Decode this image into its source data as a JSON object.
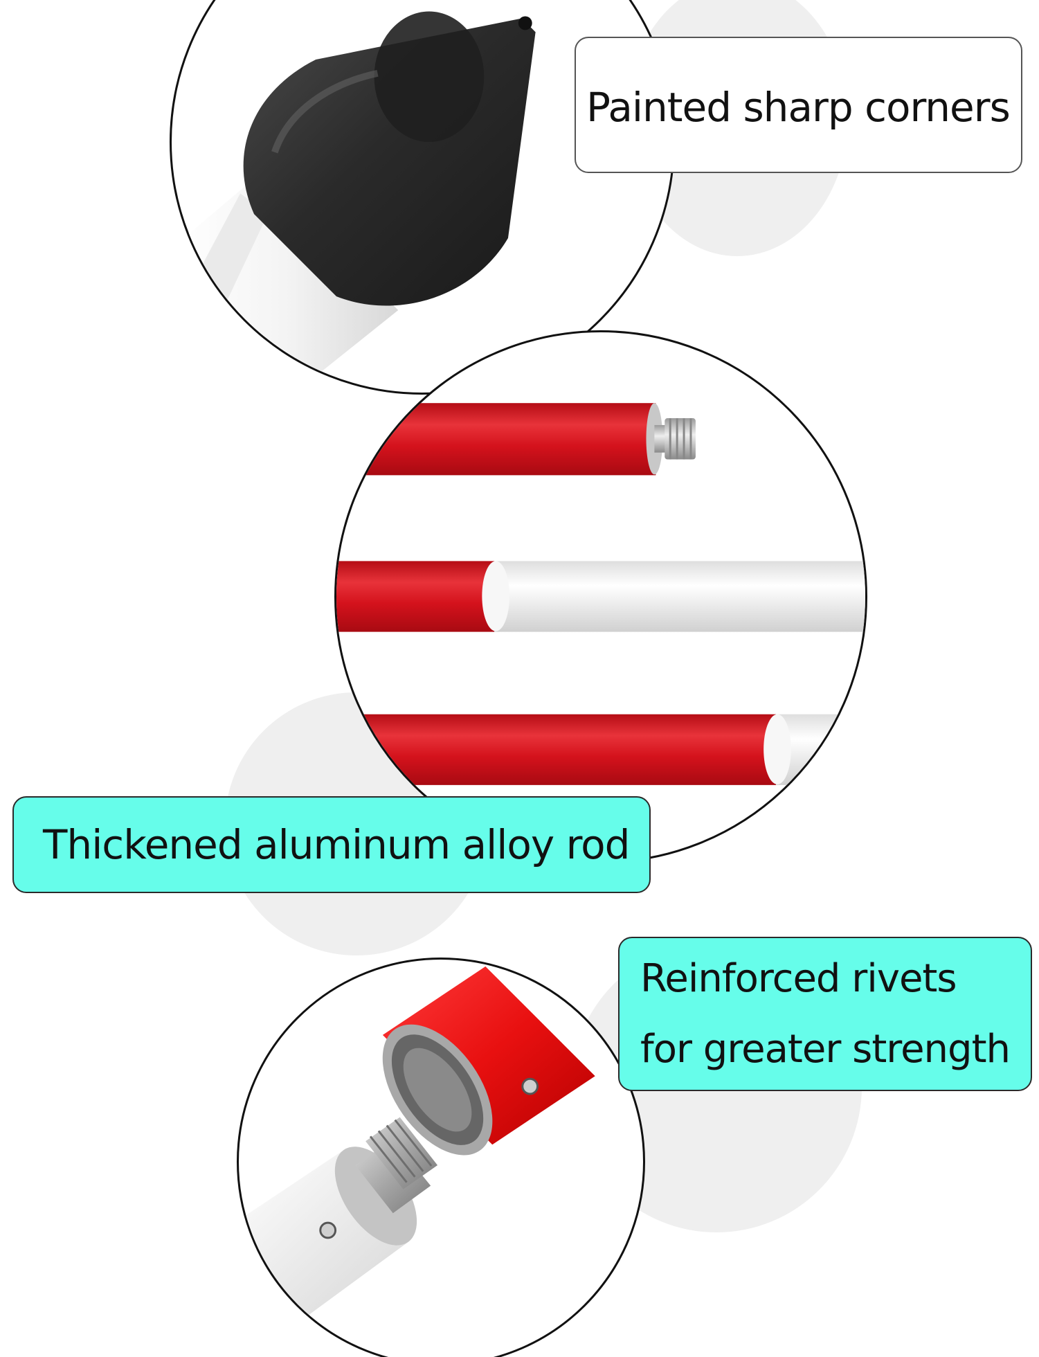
{
  "callouts": {
    "tip": {
      "text": "Painted sharp corners",
      "color": "#ffffff"
    },
    "rod": {
      "text": "Thickened aluminum alloy rod",
      "color": "#66fdea"
    },
    "rivets": {
      "line1": "Reinforced rivets",
      "line2": "for greater strength",
      "color": "#66fdea"
    }
  },
  "colors": {
    "rod_red": "#d4121c",
    "rod_white": "#f2f2f2",
    "tip_black": "#2b2b2b",
    "background_circle": "#efefef",
    "outline": "#111111"
  }
}
